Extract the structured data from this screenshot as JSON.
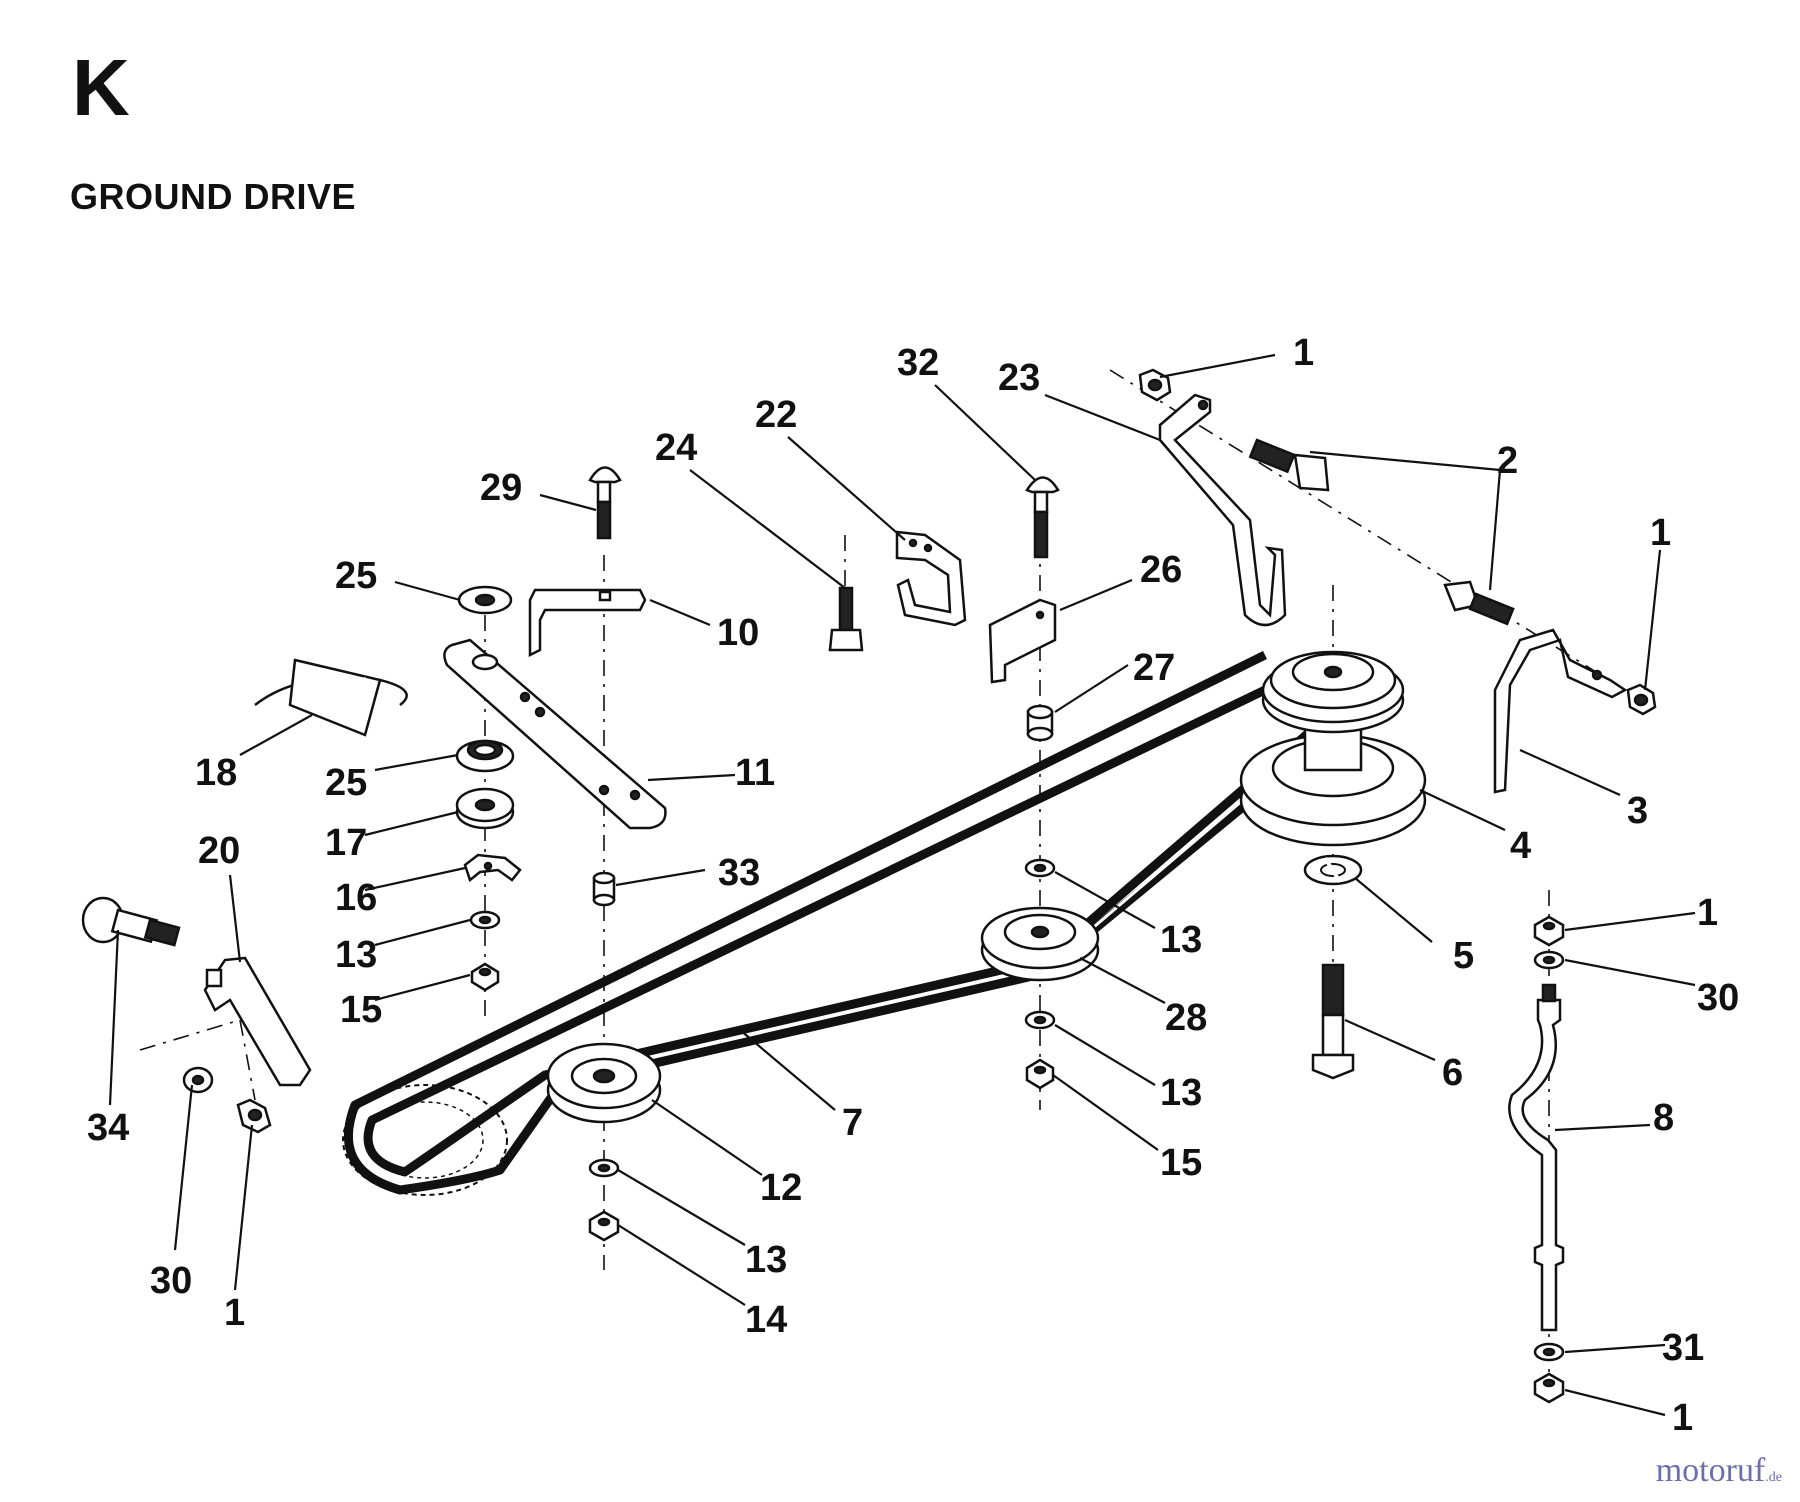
{
  "header": {
    "section_letter": "K",
    "title": "GROUND DRIVE"
  },
  "watermark": {
    "brand": "motoruf",
    "suffix": ".de",
    "color": "#6b6fa8"
  },
  "callouts": [
    {
      "id": "c1a",
      "label": "1"
    },
    {
      "id": "c1b",
      "label": "1"
    },
    {
      "id": "c1c",
      "label": "1"
    },
    {
      "id": "c1d",
      "label": "1"
    },
    {
      "id": "c1e",
      "label": "1"
    },
    {
      "id": "c2",
      "label": "2"
    },
    {
      "id": "c3",
      "label": "3"
    },
    {
      "id": "c4",
      "label": "4"
    },
    {
      "id": "c5",
      "label": "5"
    },
    {
      "id": "c6",
      "label": "6"
    },
    {
      "id": "c7",
      "label": "7"
    },
    {
      "id": "c8",
      "label": "8"
    },
    {
      "id": "c10",
      "label": "10"
    },
    {
      "id": "c11",
      "label": "11"
    },
    {
      "id": "c12",
      "label": "12"
    },
    {
      "id": "c13a",
      "label": "13"
    },
    {
      "id": "c13b",
      "label": "13"
    },
    {
      "id": "c13c",
      "label": "13"
    },
    {
      "id": "c13d",
      "label": "13"
    },
    {
      "id": "c14",
      "label": "14"
    },
    {
      "id": "c15a",
      "label": "15"
    },
    {
      "id": "c15b",
      "label": "15"
    },
    {
      "id": "c16",
      "label": "16"
    },
    {
      "id": "c17",
      "label": "17"
    },
    {
      "id": "c18",
      "label": "18"
    },
    {
      "id": "c20",
      "label": "20"
    },
    {
      "id": "c22",
      "label": "22"
    },
    {
      "id": "c23",
      "label": "23"
    },
    {
      "id": "c24",
      "label": "24"
    },
    {
      "id": "c25a",
      "label": "25"
    },
    {
      "id": "c25b",
      "label": "25"
    },
    {
      "id": "c26",
      "label": "26"
    },
    {
      "id": "c27",
      "label": "27"
    },
    {
      "id": "c28",
      "label": "28"
    },
    {
      "id": "c29",
      "label": "29"
    },
    {
      "id": "c30a",
      "label": "30"
    },
    {
      "id": "c30b",
      "label": "30"
    },
    {
      "id": "c31",
      "label": "31"
    },
    {
      "id": "c32",
      "label": "32"
    },
    {
      "id": "c33",
      "label": "33"
    },
    {
      "id": "c34",
      "label": "34"
    }
  ]
}
